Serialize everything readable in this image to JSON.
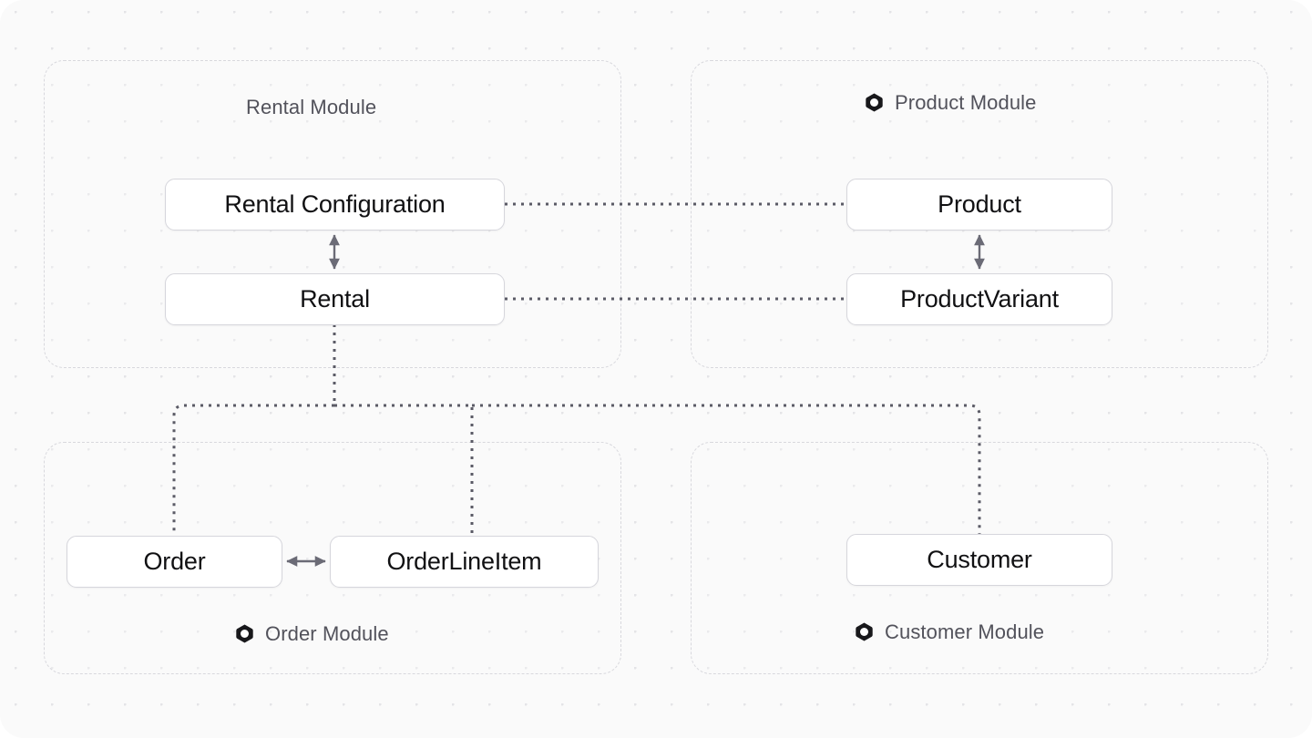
{
  "diagram": {
    "title": "Module Architecture Diagram",
    "background_color": "#fafafa",
    "grid_dot_color": "#e4e4e7",
    "module_border_color": "#d8d8dd",
    "entity_border_color": "#d6d6dc",
    "entity_text_color": "#111113",
    "module_label_color": "#52525b",
    "link_color": "#5b5b66",
    "arrow_color": "#6b6b76"
  },
  "modules": [
    {
      "id": "rental",
      "label": "Rental Module",
      "has_icon": false,
      "icon": null,
      "label_position": "top-center"
    },
    {
      "id": "product",
      "label": "Product Module",
      "has_icon": true,
      "icon": "module-nut-icon",
      "label_position": "top-center"
    },
    {
      "id": "order",
      "label": "Order Module",
      "has_icon": true,
      "icon": "module-nut-icon",
      "label_position": "bottom-center"
    },
    {
      "id": "customer",
      "label": "Customer Module",
      "has_icon": true,
      "icon": "module-nut-icon",
      "label_position": "bottom-center"
    }
  ],
  "entities": [
    {
      "id": "rental-configuration",
      "label": "Rental Configuration",
      "module": "rental"
    },
    {
      "id": "rental",
      "label": "Rental",
      "module": "rental"
    },
    {
      "id": "product",
      "label": "Product",
      "module": "product"
    },
    {
      "id": "product-variant",
      "label": "ProductVariant",
      "module": "product"
    },
    {
      "id": "order",
      "label": "Order",
      "module": "order"
    },
    {
      "id": "order-line-item",
      "label": "OrderLineItem",
      "module": "order"
    },
    {
      "id": "customer",
      "label": "Customer",
      "module": "customer"
    }
  ],
  "links": [
    {
      "from": "rental-configuration",
      "to": "product",
      "style": "dotted",
      "arrow": "none"
    },
    {
      "from": "rental",
      "to": "product-variant",
      "style": "dotted",
      "arrow": "none"
    },
    {
      "from": "rental",
      "to": "order",
      "style": "dotted",
      "arrow": "none"
    },
    {
      "from": "rental",
      "to": "order-line-item",
      "style": "dotted",
      "arrow": "none"
    },
    {
      "from": "rental",
      "to": "customer",
      "style": "dotted",
      "arrow": "none"
    },
    {
      "from": "rental-configuration",
      "to": "rental",
      "style": "solid",
      "arrow": "both"
    },
    {
      "from": "product",
      "to": "product-variant",
      "style": "solid",
      "arrow": "both"
    },
    {
      "from": "order",
      "to": "order-line-item",
      "style": "solid",
      "arrow": "both"
    }
  ]
}
